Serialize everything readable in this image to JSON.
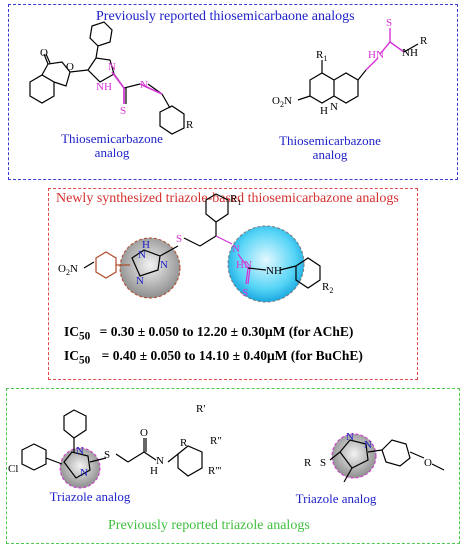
{
  "top_panel": {
    "title": "Previously reported thiosemicarbaone analogs",
    "left_caption_line1": "Thiosemicarbazone",
    "left_caption_line2": "analog",
    "right_caption_line1": "Thiosemicarbazone",
    "right_caption_line2": "analog"
  },
  "middle_panel": {
    "title": "Newly synthesized triazole-based thiosemicarbazone analogs",
    "ic50_label": "IC",
    "ic50_sub": "50",
    "ache_text": "= 0.30 ± 0.050 to 12.20 ± 0.30μM (for AChE)",
    "buche_text": "= 0.40 ± 0.050 to 14.10 ± 0.40μM (for BuChE)"
  },
  "bottom_panel": {
    "title": "Previously reported triazole analogs",
    "left_caption": "Triazole analog",
    "right_caption": "Triazole analog"
  },
  "atom_labels": {
    "o": "O",
    "s": "S",
    "n": "N",
    "nh": "NH",
    "h": "H",
    "hn": "HN",
    "hn2": "HN",
    "r": "R",
    "r1": "R",
    "r1_sub": "1",
    "r2": "R",
    "r2_sub": "2",
    "o2n": "O",
    "o2n_sub": "2",
    "o2n_n": "N",
    "rp": "R'",
    "rpp": "R\"",
    "rppp": "R'''",
    "ch3o": "O",
    "cl": "Cl"
  },
  "colors": {
    "blue_frame": "#3a3ad0",
    "red_frame": "#e04a4a",
    "green_frame": "#4fc84f",
    "magenta_highlight": "#d633d6",
    "cyan_highlight": "#1ec8f0",
    "brown_ring": "#b04a2a"
  }
}
